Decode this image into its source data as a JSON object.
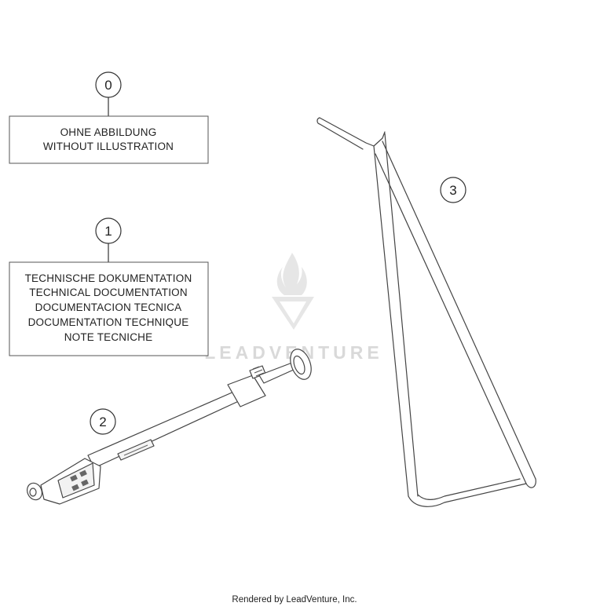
{
  "callouts": [
    {
      "number": "0",
      "lines": [
        "OHNE ABBILDUNG",
        "WITHOUT ILLUSTRATION"
      ]
    },
    {
      "number": "1",
      "lines": [
        "TECHNISCHE DOKUMENTATION",
        "TECHNICAL DOCUMENTATION",
        "DOCUMENTACION TECNICA",
        "DOCUMENTATION TECHNIQUE",
        "NOTE TECNICHE"
      ]
    },
    {
      "number": "2",
      "lines": []
    },
    {
      "number": "3",
      "lines": []
    }
  ],
  "watermark": {
    "text": "LEADVENTURE"
  },
  "footer": {
    "text": "Rendered by LeadVenture, Inc."
  },
  "colors": {
    "line": "#444444",
    "watermark": "#d9d9d9"
  }
}
